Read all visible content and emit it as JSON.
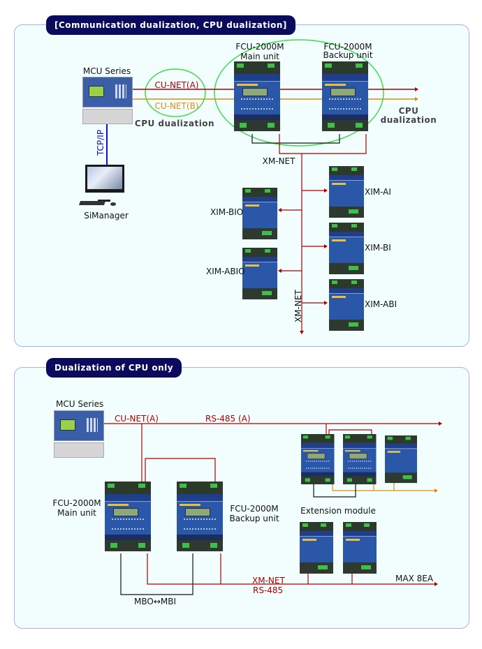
{
  "section1": {
    "title": "[Communication dualization, CPU dualization]",
    "mcu_label": "MCU Series",
    "cu_net_a": "CU-NET(A)",
    "cu_net_b": "CU-NET(B)",
    "cpu_dualization_left": "CPU dualization",
    "cpu_dualization_right_1": "CPU",
    "cpu_dualization_right_2": "dualization",
    "tcpip": "TCP/IP",
    "simanager": "SiManager",
    "fcu_main_model": "FCU-2000M",
    "fcu_main_role": "Main unit",
    "fcu_backup_model": "FCU-2000M",
    "fcu_backup_role": "Backup unit",
    "xm_net_h": "XM-NET",
    "xm_net_v": "XM-NET",
    "modules": {
      "xim_ai": "XIM-AI",
      "xim_bio": "XIM-BIO",
      "xim_bi": "XIM-BI",
      "xim_abio": "XIM-ABIO",
      "xim_abi": "XIM-ABI"
    }
  },
  "section2": {
    "title": "Dualization of CPU only",
    "mcu_label": "MCU Series",
    "cu_net_a": "CU-NET(A)",
    "rs485_a": "RS-485 (A)",
    "fcu_main_model": "FCU-2000M",
    "fcu_main_role": "Main unit",
    "fcu_backup_model": "FCU-2000M",
    "fcu_backup_role": "Backup unit",
    "extension_module": "Extension module",
    "xm_net": "XM-NET",
    "rs485": "RS-485",
    "max": "MAX 8EA",
    "mbo_mbi": "MBO↔MBI"
  },
  "colors": {
    "panel_bg": "#f2fefe",
    "panel_border": "#aab0ee",
    "badge_bg": "#0b0b5e",
    "wire_red": "#b00000",
    "wire_orange": "#e08a10",
    "wire_black": "#111111",
    "wire_blue": "#1010c0",
    "ellipse_green": "#3fdc4a"
  }
}
